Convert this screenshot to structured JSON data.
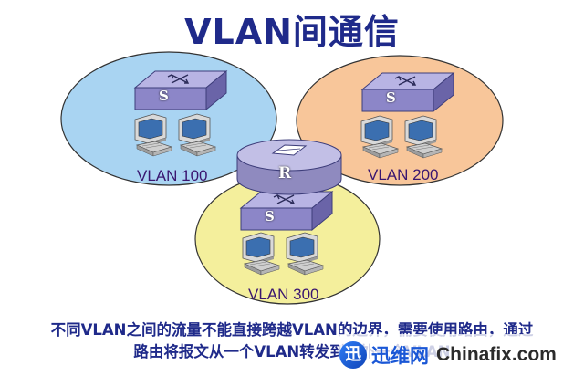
{
  "title": "VLAN间通信",
  "labels": {
    "vlan100": "VLAN 100",
    "vlan200": "VLAN 200",
    "vlan300": "VLAN 300"
  },
  "devices": {
    "switch_letter": "S",
    "router_letter": "R"
  },
  "colors": {
    "title": "#1f2a8a",
    "vlan100_fill": "#a9d4f2",
    "vlan200_fill": "#f8c69a",
    "vlan300_fill": "#f4ef9c",
    "switch_body": "#8c86c8",
    "router_body": "#a5a1cf"
  },
  "caption": {
    "line1": "不同VLAN之间的流量不能直接跨越VLAN的边界，需要使用路由，通过",
    "line2": "路由将报文从一个VLAN转发到另外一个VLAN"
  },
  "watermark": {
    "logo": "迅",
    "brand": "迅维网",
    "site": "Chinafix.com"
  }
}
